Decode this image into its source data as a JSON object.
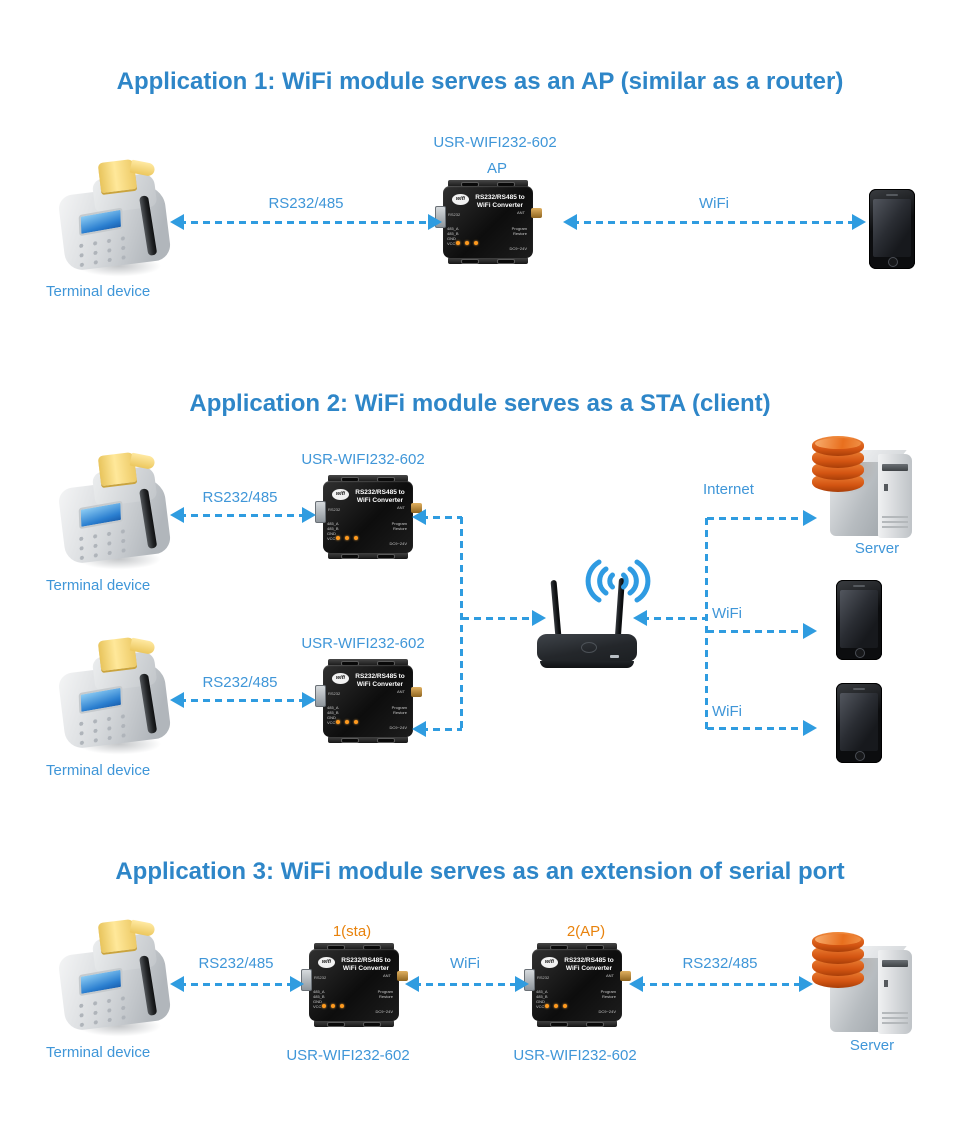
{
  "colors": {
    "title_blue": "#2e86c8",
    "label_blue": "#3f96d8",
    "arrow_blue": "#2f9ce0",
    "mode_orange": "#e8820c",
    "module_black": "#141414",
    "db_orange": "#d45512"
  },
  "module": {
    "brand": "wifi",
    "line1": "RS232/RS485 to",
    "line2": "WiFi Converter",
    "port": "RS232",
    "ant": "ANT",
    "pins": [
      "485_A",
      "485_B",
      "GND",
      "VCC"
    ],
    "program": "Program",
    "restore": "Restore",
    "power": "DC9~24V"
  },
  "app1": {
    "title": "Application 1: WiFi module serves as an AP (similar as a router)",
    "module_name": "USR-WIFI232-602",
    "module_mode": "AP",
    "terminal_label": "Terminal device",
    "serial_link_label": "RS232/485",
    "wifi_link_label": "WiFi"
  },
  "app2": {
    "title": "Application 2: WiFi module serves as a STA (client)",
    "module1_name": "USR-WIFI232-602",
    "module2_name": "USR-WIFI232-602",
    "terminal1_label": "Terminal device",
    "terminal2_label": "Terminal device",
    "serial1_label": "RS232/485",
    "serial2_label": "RS232/485",
    "internet_label": "Internet",
    "server_label": "Server",
    "wifi1_label": "WiFi",
    "wifi2_label": "WiFi"
  },
  "app3": {
    "title": "Application 3: WiFi module serves as an extension of serial port",
    "module1_mode": "1(sta)",
    "module2_mode": "2(AP)",
    "module1_name": "USR-WIFI232-602",
    "module2_name": "USR-WIFI232-602",
    "terminal_label": "Terminal device",
    "serial1_label": "RS232/485",
    "wifi_link_label": "WiFi",
    "serial2_label": "RS232/485",
    "server_label": "Server"
  }
}
